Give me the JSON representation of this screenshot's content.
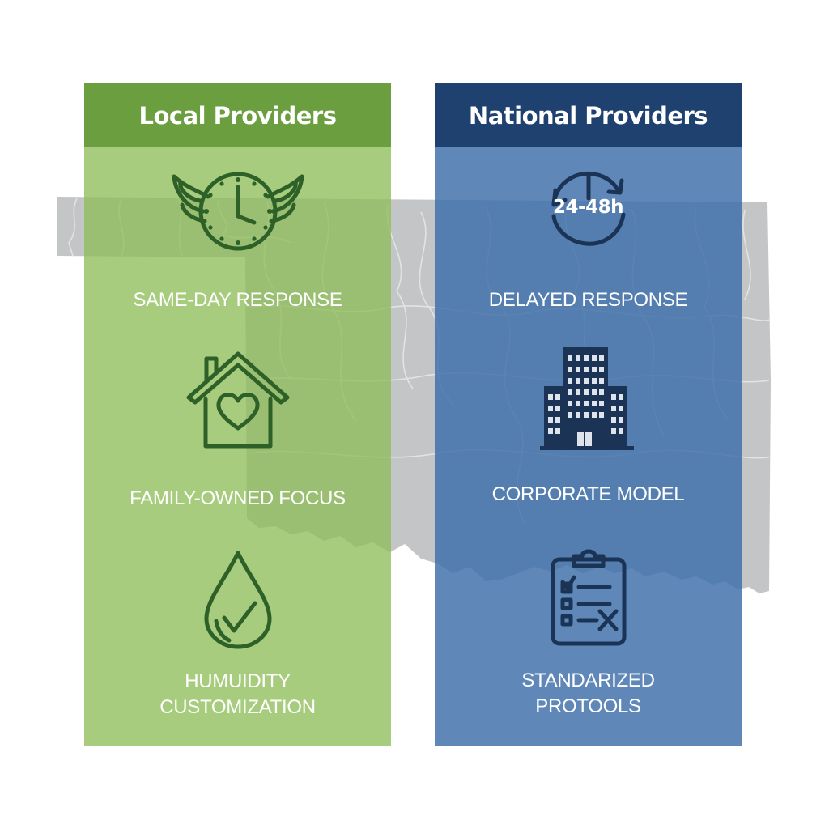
{
  "colors": {
    "local_header": "#6b9e3e",
    "local_body": "#9ec56f",
    "local_icon": "#2d6128",
    "national_header": "#1f4170",
    "national_body": "#4f7fb5",
    "national_icon": "#1b3355",
    "map_gray": "#c4c5c7"
  },
  "background_map": {
    "icon": "oklahoma-state-map"
  },
  "local": {
    "title": "Local Providers",
    "items": [
      {
        "icon": "winged-clock-icon",
        "label": "SAME-DAY RESPONSE"
      },
      {
        "icon": "house-heart-icon",
        "label": "FAMILY-OWNED FOCUS"
      },
      {
        "icon": "water-drop-check-icon",
        "label_line1": "HUMUIDITY",
        "label_line2": "CUSTOMIZATION"
      }
    ]
  },
  "national": {
    "title": "National Providers",
    "items": [
      {
        "icon": "circular-arrows-clock-icon",
        "icon_text": "24-48h",
        "label": "DELAYED RESPONSE"
      },
      {
        "icon": "office-building-icon",
        "label": "CORPORATE MODEL"
      },
      {
        "icon": "clipboard-checklist-icon",
        "label_line1": "STANDARIZED",
        "label_line2": "PROTOOLS"
      }
    ]
  }
}
